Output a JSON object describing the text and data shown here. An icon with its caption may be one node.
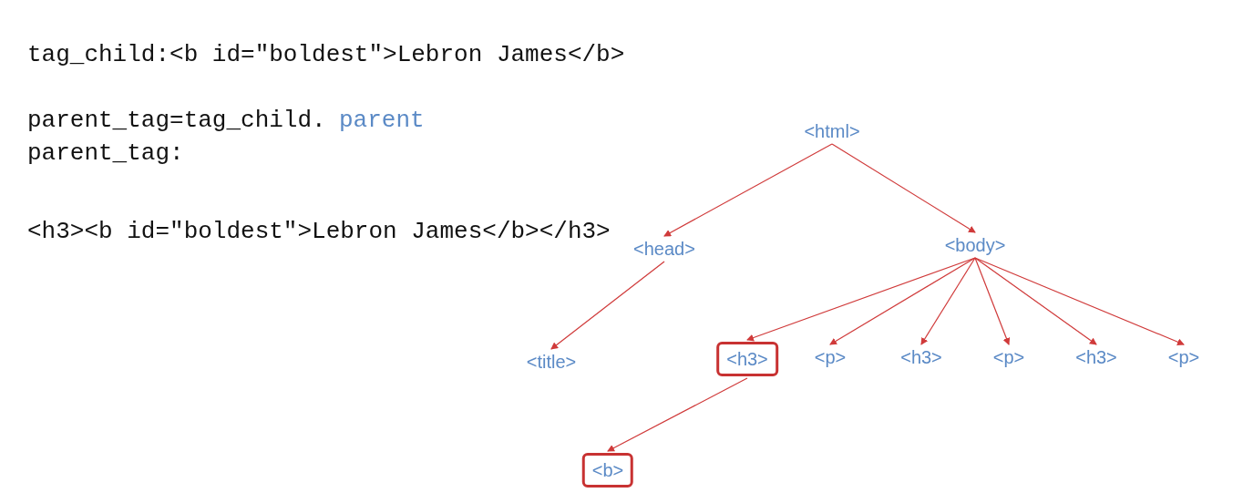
{
  "diagram": {
    "nodes": [
      {
        "text": [
          "<html>"
        ]
      },
      {
        "text": [
          "<head>"
        ]
      },
      {
        "text": [
          "<body>"
        ]
      },
      {
        "text": [
          "<title>"
        ]
      },
      {
        "text": [
          "<h3>"
        ]
      },
      {
        "text": [
          "<p>"
        ]
      },
      {
        "text": [
          "<h3>"
        ]
      },
      {
        "text": [
          "<p>"
        ]
      },
      {
        "text": [
          "<h3>"
        ]
      },
      {
        "text": [
          "<p>"
        ]
      },
      {
        "text": [
          "<b>"
        ]
      }
    ],
    "edges": [
      {
        "from": 0,
        "to": 1,
        "arrow": "to"
      },
      {
        "from": 0,
        "to": 2,
        "arrow": "to"
      },
      {
        "from": 1,
        "to": 3,
        "arrow": "to"
      },
      {
        "from": 2,
        "to": 4,
        "arrow": "to"
      },
      {
        "from": 2,
        "to": 5,
        "arrow": "to"
      },
      {
        "from": 2,
        "to": 6,
        "arrow": "to"
      },
      {
        "from": 2,
        "to": 7,
        "arrow": "to"
      },
      {
        "from": 2,
        "to": 8,
        "arrow": "to"
      },
      {
        "from": 2,
        "to": 9,
        "arrow": "to"
      },
      {
        "from": 4,
        "to": 10,
        "arrow": "to"
      }
    ],
    "labels": [
      "tag_child:<b id=\"boldest\">Lebron James</b>",
      "parent_tag=tag_child.",
      "parent",
      "parent_tag:",
      "<h3><b id=\"boldest\">Lebron James</b></h3>"
    ]
  }
}
